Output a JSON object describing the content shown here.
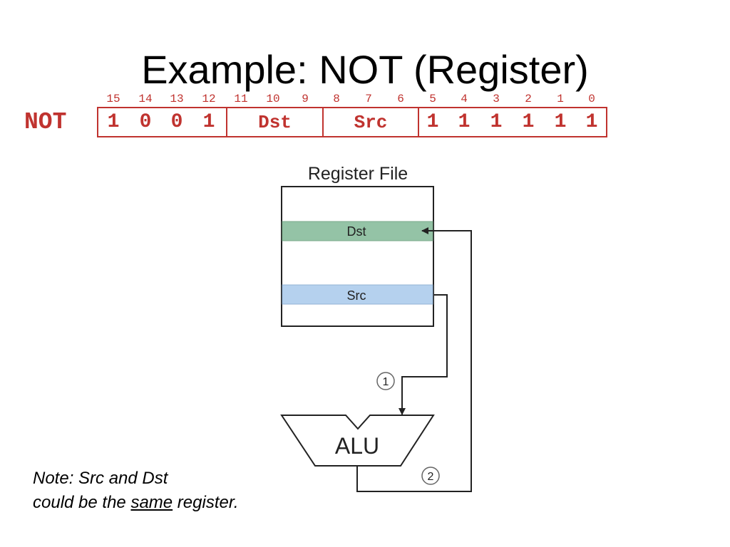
{
  "title": "Example: NOT (Register)",
  "instruction": {
    "opcode_name": "NOT",
    "bit_numbers": [
      "15",
      "14",
      "13",
      "12",
      "11",
      "10",
      "9",
      "8",
      "7",
      "6",
      "5",
      "4",
      "3",
      "2",
      "1",
      "0"
    ],
    "opcode_bits": [
      "1",
      "0",
      "0",
      "1"
    ],
    "dst_field": "Dst",
    "src_field": "Src",
    "low_bits": [
      "1",
      "1",
      "1",
      "1",
      "1",
      "1"
    ]
  },
  "register_file": {
    "title": "Register File",
    "dst_label": "Dst",
    "src_label": "Src"
  },
  "alu": {
    "label": "ALU"
  },
  "steps": {
    "step1": "1",
    "step2": "2"
  },
  "note": {
    "line1": "Note: Src and Dst",
    "line2_before": "could be the ",
    "line2_emphasis": "same",
    "line2_after": " register."
  },
  "colors": {
    "accent_red": "#c0332f",
    "dst_register": "#94c3a6",
    "src_register": "#b5d1ee",
    "diagram_line": "#222222"
  }
}
